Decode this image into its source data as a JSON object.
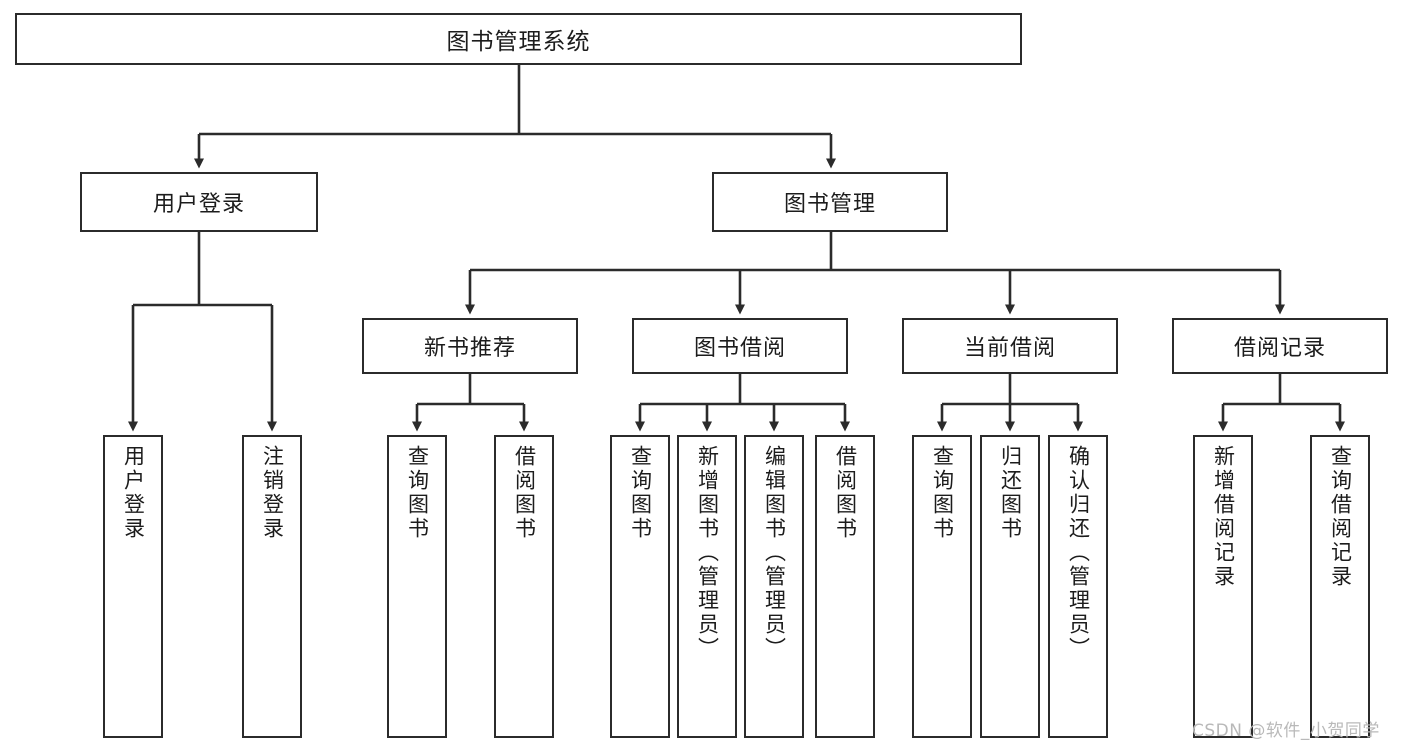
{
  "diagram": {
    "title": "图书管理系统",
    "type": "tree",
    "orientation": "top-down",
    "colors": {
      "box_border": "#2b2b2b",
      "box_fill": "#ffffff",
      "connector": "#2b2b2b",
      "text": "#1c1c1c",
      "watermark": "#b9b9b9",
      "background": "#ffffff"
    },
    "root": {
      "label": "图书管理系统"
    },
    "level2": [
      {
        "label": "用户登录"
      },
      {
        "label": "图书管理"
      }
    ],
    "level3": [
      {
        "label": "新书推荐"
      },
      {
        "label": "图书借阅"
      },
      {
        "label": "当前借阅"
      },
      {
        "label": "借阅记录"
      }
    ],
    "leaves": {
      "user_login": [
        {
          "label": "用户登录"
        },
        {
          "label": "注销登录"
        }
      ],
      "new_book_recommend": [
        {
          "label": "查询图书"
        },
        {
          "label": "借阅图书"
        }
      ],
      "book_borrow": [
        {
          "label": "查询图书"
        },
        {
          "label": "新增图书（管理员）"
        },
        {
          "label": "编辑图书（管理员）"
        },
        {
          "label": "借阅图书"
        }
      ],
      "current_borrow": [
        {
          "label": "查询图书"
        },
        {
          "label": "归还图书"
        },
        {
          "label": "确认归还（管理员）"
        }
      ],
      "borrow_record": [
        {
          "label": "新增借阅记录"
        },
        {
          "label": "查询借阅记录"
        }
      ]
    }
  },
  "watermark": {
    "text": "CSDN @软件_小贺同学"
  }
}
